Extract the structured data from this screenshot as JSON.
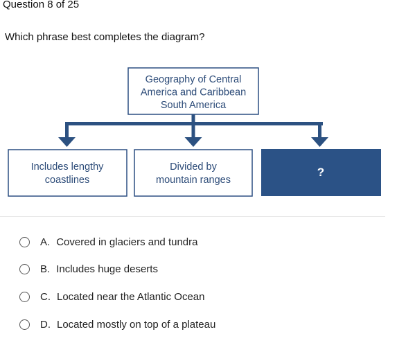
{
  "header": {
    "question_counter": "Question 8 of 25"
  },
  "question": {
    "prompt": "Which phrase best completes the diagram?"
  },
  "diagram": {
    "top_box": [
      "Geography of Central",
      "America and Caribbean",
      "South America"
    ],
    "child_boxes": [
      {
        "lines": [
          "Includes lengthy",
          "coastlines"
        ]
      },
      {
        "lines": [
          "Divided by",
          "mountain ranges"
        ]
      },
      {
        "lines": [
          "?"
        ]
      }
    ],
    "colors": {
      "border": "#2c4f82",
      "connector": "#2c5181",
      "unknown_fill": "#2b5286",
      "text": "#2c4b78",
      "unknown_text": "#ffffff"
    }
  },
  "options": [
    {
      "letter": "A.",
      "text": "Covered in glaciers and tundra"
    },
    {
      "letter": "B.",
      "text": "Includes huge deserts"
    },
    {
      "letter": "C.",
      "text": "Located near the Atlantic Ocean"
    },
    {
      "letter": "D.",
      "text": "Located mostly on top of a plateau"
    }
  ]
}
